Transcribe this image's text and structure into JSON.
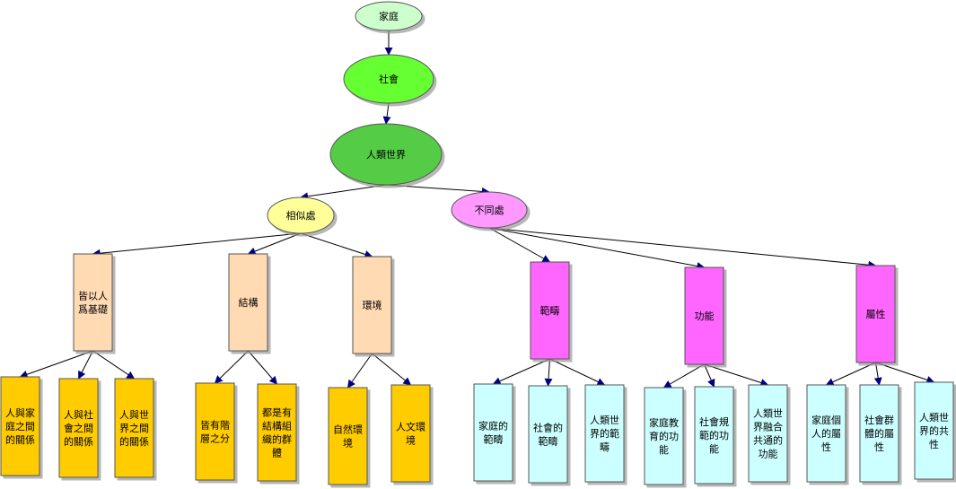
{
  "nodes": [
    {
      "id": "family",
      "text": [
        "家庭"
      ],
      "fill": "#ccffcc"
    },
    {
      "id": "society",
      "text": [
        "社會"
      ],
      "fill": "#66ff33"
    },
    {
      "id": "world",
      "text": [
        "人類世界"
      ],
      "fill": "#55cc44"
    },
    {
      "id": "similar",
      "text": [
        "相似處"
      ],
      "fill": "#ffff99"
    },
    {
      "id": "different",
      "text": [
        "不同處"
      ],
      "fill": "#ff99ff"
    },
    {
      "id": "basis",
      "text": [
        "皆以人",
        "爲基礎"
      ],
      "fill": "#ffdab3"
    },
    {
      "id": "structure",
      "text": [
        "結構"
      ],
      "fill": "#ffdab3"
    },
    {
      "id": "environment",
      "text": [
        "環境"
      ],
      "fill": "#ffdab3"
    },
    {
      "id": "scope",
      "text": [
        "範疇"
      ],
      "fill": "#ff66ff"
    },
    {
      "id": "function",
      "text": [
        "功能"
      ],
      "fill": "#ff66ff"
    },
    {
      "id": "attribute",
      "text": [
        "屬性"
      ],
      "fill": "#ff66ff"
    },
    {
      "id": "b1",
      "text": [
        "人與家",
        "庭之間",
        "的關係"
      ],
      "fill": "#ffcc00"
    },
    {
      "id": "b2",
      "text": [
        "人與社",
        "會之間",
        "的關係"
      ],
      "fill": "#ffcc00"
    },
    {
      "id": "b3",
      "text": [
        "人與世",
        "界之間",
        "的關係"
      ],
      "fill": "#ffcc00"
    },
    {
      "id": "s1",
      "text": [
        "皆有階",
        "層之分"
      ],
      "fill": "#ffcc00"
    },
    {
      "id": "s2",
      "text": [
        "都是有",
        "結構組",
        "織的群",
        "體"
      ],
      "fill": "#ffcc00"
    },
    {
      "id": "e1",
      "text": [
        "自然環",
        "境"
      ],
      "fill": "#ffcc00"
    },
    {
      "id": "e2",
      "text": [
        "人文環",
        "境"
      ],
      "fill": "#ffcc00"
    },
    {
      "id": "sc1",
      "text": [
        "家庭的",
        "範疇"
      ],
      "fill": "#ccffff"
    },
    {
      "id": "sc2",
      "text": [
        "社會的",
        "範疇"
      ],
      "fill": "#ccffff"
    },
    {
      "id": "sc3",
      "text": [
        "人類世",
        "界的範",
        "疇"
      ],
      "fill": "#ccffff"
    },
    {
      "id": "f1",
      "text": [
        "家庭教",
        "育的功",
        "能"
      ],
      "fill": "#ccffff"
    },
    {
      "id": "f2",
      "text": [
        "社會規",
        "範的功",
        "能"
      ],
      "fill": "#ccffff"
    },
    {
      "id": "f3",
      "text": [
        "人類世",
        "界融合",
        "共通的",
        "功能"
      ],
      "fill": "#ccffff"
    },
    {
      "id": "a1",
      "text": [
        "家庭個",
        "人的屬",
        "性"
      ],
      "fill": "#ccffff"
    },
    {
      "id": "a2",
      "text": [
        "社會群",
        "體的屬",
        "性"
      ],
      "fill": "#ccffff"
    },
    {
      "id": "a3",
      "text": [
        "人類世",
        "界的共",
        "性"
      ],
      "fill": "#ccffff"
    }
  ],
  "edges": [
    [
      "family",
      "society"
    ],
    [
      "society",
      "world"
    ],
    [
      "world",
      "similar"
    ],
    [
      "world",
      "different"
    ],
    [
      "similar",
      "basis"
    ],
    [
      "similar",
      "structure"
    ],
    [
      "similar",
      "environment"
    ],
    [
      "different",
      "scope"
    ],
    [
      "different",
      "function"
    ],
    [
      "different",
      "attribute"
    ],
    [
      "basis",
      "b1"
    ],
    [
      "basis",
      "b2"
    ],
    [
      "basis",
      "b3"
    ],
    [
      "structure",
      "s1"
    ],
    [
      "structure",
      "s2"
    ],
    [
      "environment",
      "e1"
    ],
    [
      "environment",
      "e2"
    ],
    [
      "scope",
      "sc1"
    ],
    [
      "scope",
      "sc2"
    ],
    [
      "scope",
      "sc3"
    ],
    [
      "function",
      "f1"
    ],
    [
      "function",
      "f2"
    ],
    [
      "function",
      "f3"
    ],
    [
      "attribute",
      "a1"
    ],
    [
      "attribute",
      "a2"
    ],
    [
      "attribute",
      "a3"
    ]
  ],
  "colors": {
    "edge": "#000000",
    "arrowhead": "#000080",
    "node_border": "#555555"
  }
}
